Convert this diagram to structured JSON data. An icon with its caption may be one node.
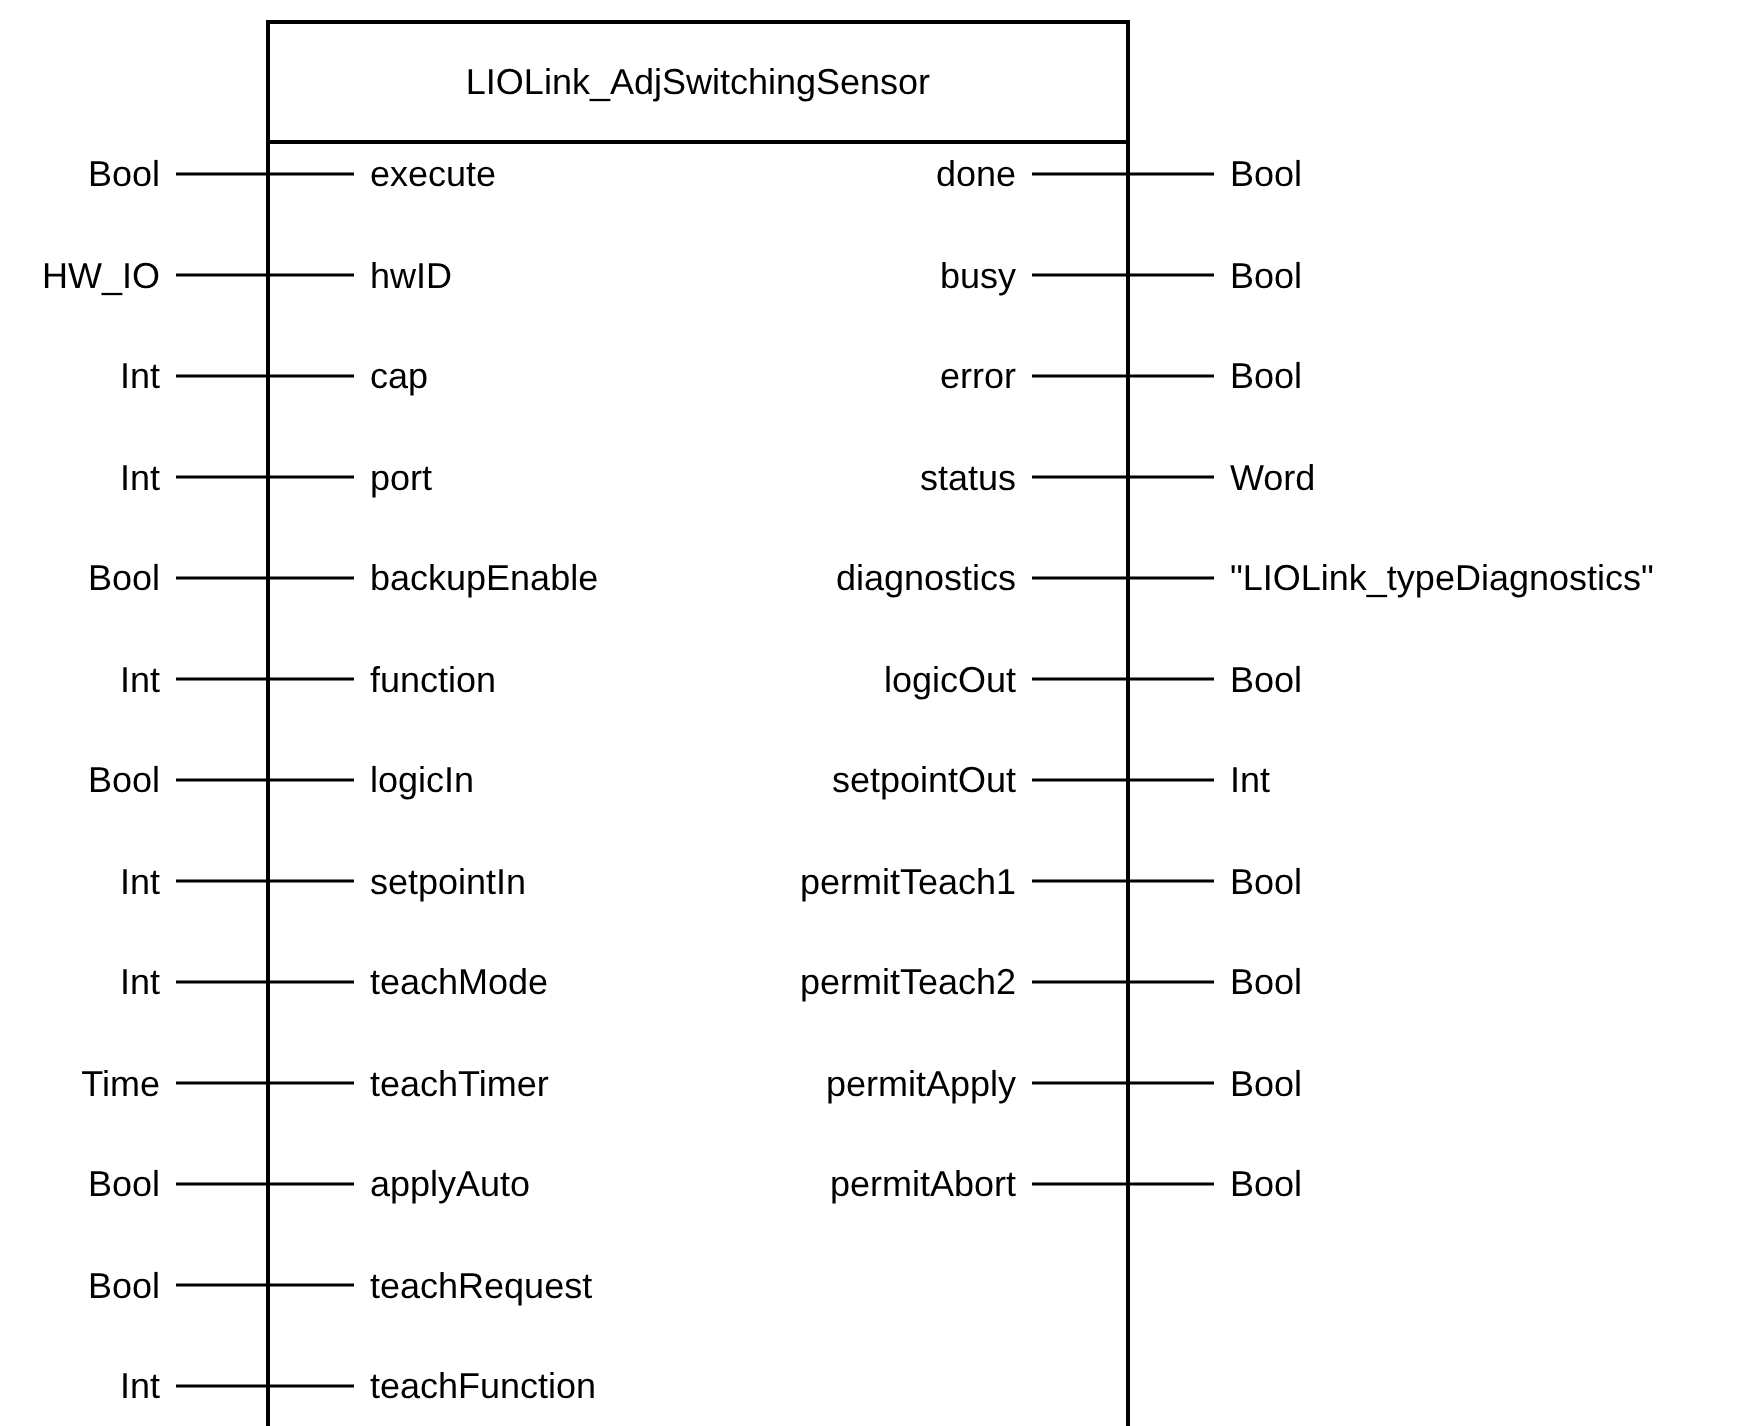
{
  "diagram": {
    "nodes": [
      {
        "text": [
          "LIOLink_AdjSwitchingSensor"
        ]
      },
      {
        "text": [
          "Bool"
        ]
      },
      {
        "text": [
          "execute"
        ],
        "in": 0
      },
      {
        "text": [
          "done"
        ],
        "in": 0
      },
      {
        "text": [
          "Bool"
        ]
      },
      {
        "text": [
          "HW_IO"
        ]
      },
      {
        "text": [
          "hwID"
        ],
        "in": 0
      },
      {
        "text": [
          "busy"
        ],
        "in": 0
      },
      {
        "text": [
          "Bool"
        ]
      },
      {
        "text": [
          "Int"
        ]
      },
      {
        "text": [
          "cap"
        ],
        "in": 0
      },
      {
        "text": [
          "error"
        ],
        "in": 0
      },
      {
        "text": [
          "Bool"
        ]
      },
      {
        "text": [
          "Int"
        ]
      },
      {
        "text": [
          "port"
        ],
        "in": 0
      },
      {
        "text": [
          "status"
        ],
        "in": 0
      },
      {
        "text": [
          "Word"
        ]
      },
      {
        "text": [
          "Bool"
        ]
      },
      {
        "text": [
          "backupEnable"
        ],
        "in": 0
      },
      {
        "text": [
          "diagnostics"
        ],
        "in": 0
      },
      {
        "text": [
          "\"LIOLink_typeDiagnostics\""
        ]
      },
      {
        "text": [
          "Int"
        ]
      },
      {
        "text": [
          "function"
        ],
        "in": 0
      },
      {
        "text": [
          "logicOut"
        ],
        "in": 0
      },
      {
        "text": [
          "Bool"
        ]
      },
      {
        "text": [
          "Bool"
        ]
      },
      {
        "text": [
          "logicIn"
        ],
        "in": 0
      },
      {
        "text": [
          "setpointOut"
        ],
        "in": 0
      },
      {
        "text": [
          "Int"
        ]
      },
      {
        "text": [
          "Int"
        ]
      },
      {
        "text": [
          "setpointIn"
        ],
        "in": 0
      },
      {
        "text": [
          "permitTeach1"
        ],
        "in": 0
      },
      {
        "text": [
          "Bool"
        ]
      },
      {
        "text": [
          "Int"
        ]
      },
      {
        "text": [
          "teachMode"
        ],
        "in": 0
      },
      {
        "text": [
          "permitTeach2"
        ],
        "in": 0
      },
      {
        "text": [
          "Bool"
        ]
      },
      {
        "text": [
          "Time"
        ]
      },
      {
        "text": [
          "teachTimer"
        ],
        "in": 0
      },
      {
        "text": [
          "permitApply"
        ],
        "in": 0
      },
      {
        "text": [
          "Bool"
        ]
      },
      {
        "text": [
          "Bool"
        ]
      },
      {
        "text": [
          "applyAuto"
        ],
        "in": 0
      },
      {
        "text": [
          "permitAbort"
        ],
        "in": 0
      },
      {
        "text": [
          "Bool"
        ]
      },
      {
        "text": [
          "Bool"
        ]
      },
      {
        "text": [
          "teachRequest"
        ],
        "in": 0
      },
      {
        "text": [
          "Int"
        ]
      },
      {
        "text": [
          "teachFunction"
        ],
        "in": 0
      }
    ],
    "edges": [
      {
        "from": 1,
        "to": 2,
        "arrow": "none"
      },
      {
        "from": 3,
        "to": 4,
        "arrow": "none"
      },
      {
        "from": 5,
        "to": 6,
        "arrow": "none"
      },
      {
        "from": 7,
        "to": 8,
        "arrow": "none"
      },
      {
        "from": 9,
        "to": 10,
        "arrow": "none"
      },
      {
        "from": 11,
        "to": 12,
        "arrow": "none"
      },
      {
        "from": 13,
        "to": 14,
        "arrow": "none"
      },
      {
        "from": 15,
        "to": 16,
        "arrow": "none"
      },
      {
        "from": 17,
        "to": 18,
        "arrow": "none"
      },
      {
        "from": 19,
        "to": 20,
        "arrow": "none"
      },
      {
        "from": 21,
        "to": 22,
        "arrow": "none"
      },
      {
        "from": 23,
        "to": 24,
        "arrow": "none"
      },
      {
        "from": 25,
        "to": 26,
        "arrow": "none"
      },
      {
        "from": 27,
        "to": 28,
        "arrow": "none"
      },
      {
        "from": 29,
        "to": 30,
        "arrow": "none"
      },
      {
        "from": 31,
        "to": 32,
        "arrow": "none"
      },
      {
        "from": 33,
        "to": 34,
        "arrow": "none"
      },
      {
        "from": 35,
        "to": 36,
        "arrow": "none"
      },
      {
        "from": 37,
        "to": 38,
        "arrow": "none"
      },
      {
        "from": 39,
        "to": 40,
        "arrow": "none"
      },
      {
        "from": 41,
        "to": 42,
        "arrow": "none"
      },
      {
        "from": 43,
        "to": 44,
        "arrow": "none"
      },
      {
        "from": 45,
        "to": 46,
        "arrow": "none"
      },
      {
        "from": 47,
        "to": 48,
        "arrow": "none"
      }
    ]
  }
}
